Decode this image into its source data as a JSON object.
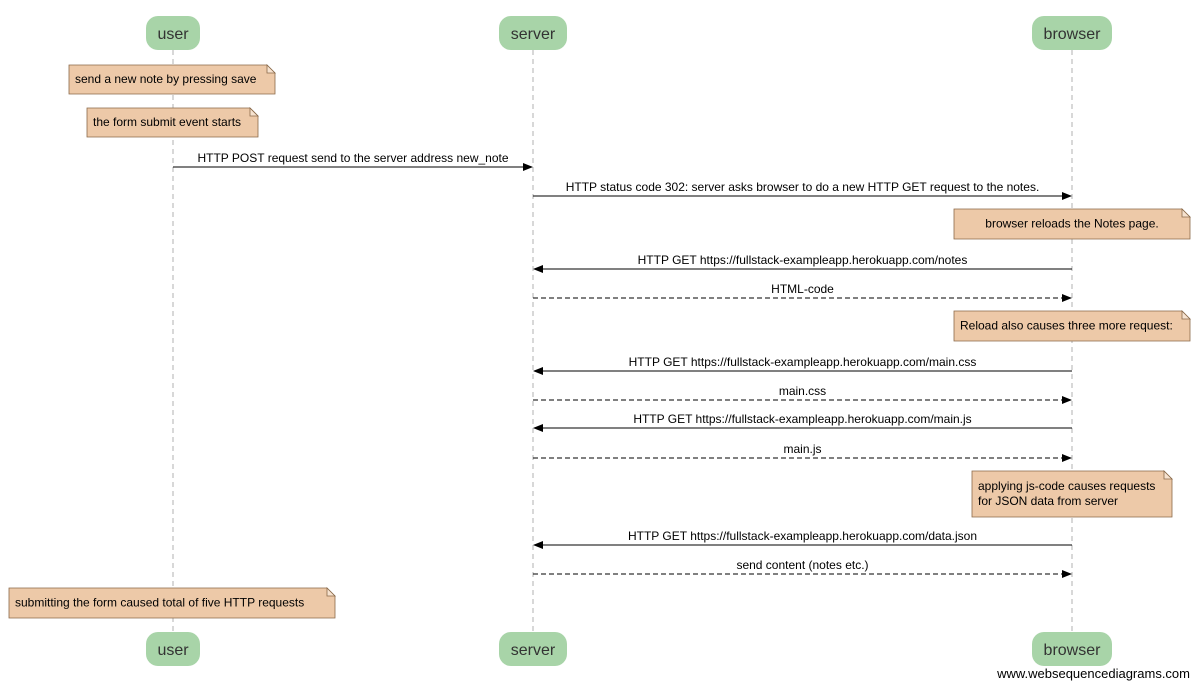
{
  "participants": [
    {
      "id": "user",
      "label": "user"
    },
    {
      "id": "server",
      "label": "server"
    },
    {
      "id": "browser",
      "label": "browser"
    }
  ],
  "notes": [
    {
      "id": "note-save",
      "lines": [
        "send a new note by pressing save"
      ]
    },
    {
      "id": "note-submit",
      "lines": [
        "the form submit event starts"
      ]
    },
    {
      "id": "note-reload",
      "lines": [
        "browser reloads the Notes page."
      ]
    },
    {
      "id": "note-three",
      "lines": [
        "Reload also causes three more request:"
      ]
    },
    {
      "id": "note-js",
      "lines": [
        "applying js-code causes requests",
        "for JSON data from server"
      ]
    },
    {
      "id": "note-total",
      "lines": [
        "submitting the form caused total of five HTTP requests"
      ]
    }
  ],
  "messages": [
    {
      "id": "msg-post",
      "from": "user",
      "to": "server",
      "style": "solid",
      "label": "HTTP POST request send to the server address new_note"
    },
    {
      "id": "msg-302",
      "from": "server",
      "to": "browser",
      "style": "solid",
      "label": "HTTP status code 302: server asks browser to do a new HTTP GET request to the notes."
    },
    {
      "id": "msg-get-notes",
      "from": "browser",
      "to": "server",
      "style": "solid",
      "label": "HTTP GET https://fullstack-exampleapp.herokuapp.com/notes"
    },
    {
      "id": "msg-html",
      "from": "server",
      "to": "browser",
      "style": "dashed",
      "label": "HTML-code"
    },
    {
      "id": "msg-get-css",
      "from": "browser",
      "to": "server",
      "style": "solid",
      "label": "HTTP GET https://fullstack-exampleapp.herokuapp.com/main.css"
    },
    {
      "id": "msg-css",
      "from": "server",
      "to": "browser",
      "style": "dashed",
      "label": "main.css"
    },
    {
      "id": "msg-get-js",
      "from": "browser",
      "to": "server",
      "style": "solid",
      "label": "HTTP GET https://fullstack-exampleapp.herokuapp.com/main.js"
    },
    {
      "id": "msg-js",
      "from": "server",
      "to": "browser",
      "style": "dashed",
      "label": "main.js"
    },
    {
      "id": "msg-get-json",
      "from": "browser",
      "to": "server",
      "style": "solid",
      "label": "HTTP GET https://fullstack-exampleapp.herokuapp.com/data.json"
    },
    {
      "id": "msg-content",
      "from": "server",
      "to": "browser",
      "style": "dashed",
      "label": "send content (notes etc.)"
    }
  ],
  "watermark": "www.websequencediagrams.com"
}
